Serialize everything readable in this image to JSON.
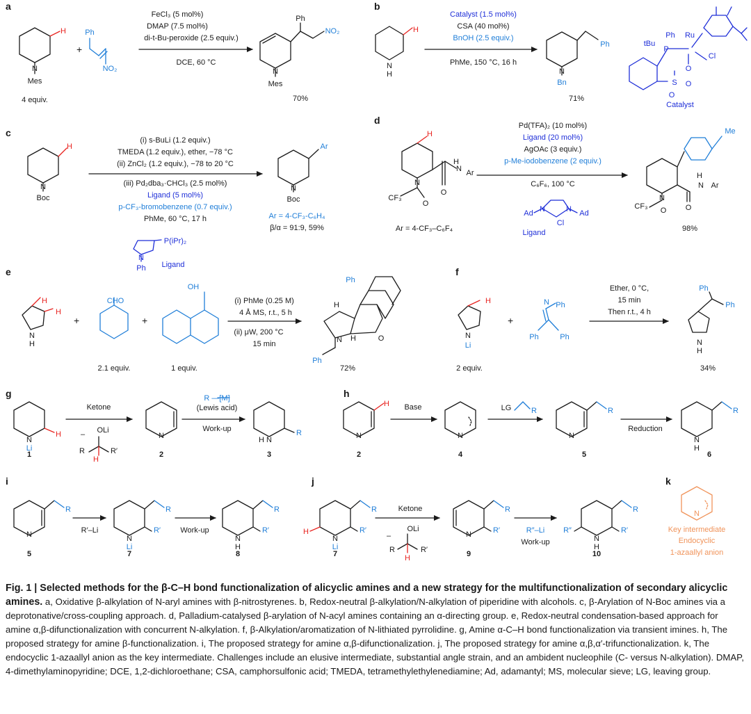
{
  "colors": {
    "black": "#1a1a1a",
    "reagent_blue": "#1f7ed8",
    "catalyst_blue": "#1f2fd8",
    "red": "#e8231f",
    "orange": "#f0935a"
  },
  "panels": {
    "a": {
      "label": "a",
      "conditions": [
        "FeCl₃ (5 mol%)",
        "DMAP (7.5 mol%)",
        "di-t-Bu-peroxide (2.5 equiv.)",
        "DCE, 60 °C"
      ],
      "reactant_note": "4 equiv.",
      "product_yield": "70%",
      "atoms": {
        "N": "N",
        "Mes": "Mes",
        "H": "H",
        "Ph": "Ph",
        "NO2": "NO₂"
      }
    },
    "b": {
      "label": "b",
      "conditions_top": [
        "Catalyst (1.5 mol%)",
        "CSA (40 mol%)",
        "BnOH (2.5 equiv.)"
      ],
      "conditions_bottom": "PhMe, 150 °C, 16 h",
      "product_yield": "71%",
      "catalyst_label": "Catalyst",
      "atoms": {
        "N": "N",
        "H": "H",
        "Bn": "Bn",
        "Ph": "Ph",
        "tBu": "tBu",
        "P": "P",
        "Ru": "Ru",
        "Cl": "Cl",
        "O": "O",
        "S": "S"
      }
    },
    "c": {
      "label": "c",
      "conditions_top": [
        "(i) s-BuLi (1.2 equiv.)",
        "TMEDA (1.2 equiv.), ether, −78 °C",
        "(ii) ZnCl₂ (1.2 equiv.), −78 to 20 °C"
      ],
      "conditions_bottom": [
        "(iii) Pd₂dba₃·CHCl₃ (2.5 mol%)",
        "Ligand (5 mol%)",
        "p-CF₃-bromobenzene (0.7 equiv.)",
        "PhMe, 60 °C, 17 h"
      ],
      "ar_def": "Ar = 4-CF₃-C₆H₄",
      "product_yield": "β/α = 91:9, 59%",
      "ligand_label": "Ligand",
      "atoms": {
        "N": "N",
        "H": "H",
        "Boc": "Boc",
        "Ar": "Ar",
        "Ph": "Ph",
        "PiPr2": "P(iPr)₂"
      }
    },
    "d": {
      "label": "d",
      "conditions_top": [
        "Pd(TFA)₂ (10 mol%)",
        "Ligand (20 mol%)",
        "AgOAc (3 equiv.)",
        "p-Me-iodobenzene (2 equiv.)"
      ],
      "conditions_bottom": "C₆F₆, 100 °C",
      "ar_def": "Ar = 4-CF₃–C₆F₄",
      "product_yield": "98%",
      "ligand_label": "Ligand",
      "atoms": {
        "N": "N",
        "H": "H",
        "O": "O",
        "CF3": "CF₃",
        "Ar": "Ar",
        "Me": "Me",
        "Ad": "Ad",
        "Cl": "Cl"
      }
    },
    "e": {
      "label": "e",
      "conditions": [
        "(i) PhMe (0.25 M)",
        "4 Å MS, r.t., 5 h",
        "(ii) μW, 200 °C",
        "15 min"
      ],
      "notes": [
        "2.1 equiv.",
        "1 equiv."
      ],
      "product_yield": "72%",
      "atoms": {
        "N": "N",
        "H": "H",
        "CHO": "CHO",
        "OH": "OH",
        "O": "O",
        "Ph": "Ph"
      }
    },
    "f": {
      "label": "f",
      "conditions": [
        "Ether, 0 °C,",
        "15 min",
        "Then r.t., 4 h"
      ],
      "reactant_note": "2 equiv.",
      "product_yield": "34%",
      "atoms": {
        "N": "N",
        "H": "H",
        "Li": "Li",
        "Ph": "Ph"
      }
    },
    "g": {
      "label": "g",
      "step1": "Ketone",
      "step2": [
        "R —[M]",
        "(Lewis acid)",
        "Work-up"
      ],
      "compounds": [
        "1",
        "2",
        "3"
      ],
      "atoms": {
        "N": "N",
        "H": "H",
        "Li": "Li",
        "OLi": "OLi",
        "R": "R",
        "R2": "R′"
      }
    },
    "h": {
      "label": "h",
      "step1": "Base",
      "reagent": "LG",
      "step3": "Reduction",
      "compounds": [
        "2",
        "4",
        "5",
        "6"
      ],
      "atoms": {
        "N": "N",
        "H": "H",
        "R": "R"
      }
    },
    "i": {
      "label": "i",
      "step1": "R′–Li",
      "step2": "Work-up",
      "compounds": [
        "5",
        "7",
        "8"
      ],
      "atoms": {
        "N": "N",
        "H": "H",
        "Li": "Li",
        "R": "R",
        "R2": "R′"
      }
    },
    "j": {
      "label": "j",
      "step1": "Ketone",
      "step2": [
        "R″–Li",
        "Work-up"
      ],
      "compounds": [
        "7",
        "9",
        "10"
      ],
      "atoms": {
        "N": "N",
        "H": "H",
        "Li": "Li",
        "OLi": "OLi",
        "R": "R",
        "R2": "R′",
        "R3": "R″"
      }
    },
    "k": {
      "label": "k",
      "lines": [
        "Key intermediate",
        "Endocyclic",
        "1-azaallyl anion"
      ],
      "atoms": {
        "N": "N"
      }
    }
  },
  "caption": {
    "title": "Fig. 1 | Selected methods for the β-C–H bond functionalization of alicyclic amines and a new strategy for the multifunctionalization of secondary alicyclic amines.",
    "body": "a, Oxidative β-alkylation of N-aryl amines with β-nitrostyrenes. b, Redox-neutral β-alkylation/N-alkylation of piperidine with alcohols. c, β-Arylation of N-Boc amines via a deprotonative/cross-coupling approach. d, Palladium-catalysed β-arylation of N-acyl amines containing an α-directing group. e, Redox-neutral condensation-based approach for amine α,β-difunctionalization with concurrent N-alkylation. f, β-Alkylation/aromatization of N-lithiated pyrrolidine. g, Amine α-C–H bond functionalization via transient imines. h, The proposed strategy for amine β-functionalization. i, The proposed strategy for amine α,β-difunctionalization. j, The proposed strategy for amine α,β,α′-trifunctionalization. k, The endocyclic 1-azaallyl anion as the key intermediate. Challenges include an elusive intermediate, substantial angle strain, and an ambident nucleophile (C- versus N-alkylation). DMAP, 4-dimethylaminopyridine; DCE, 1,2-dichloroethane; CSA, camphorsulfonic acid; TMEDA, tetramethylethylenediamine; Ad, adamantyl; MS, molecular sieve; LG, leaving group."
  }
}
